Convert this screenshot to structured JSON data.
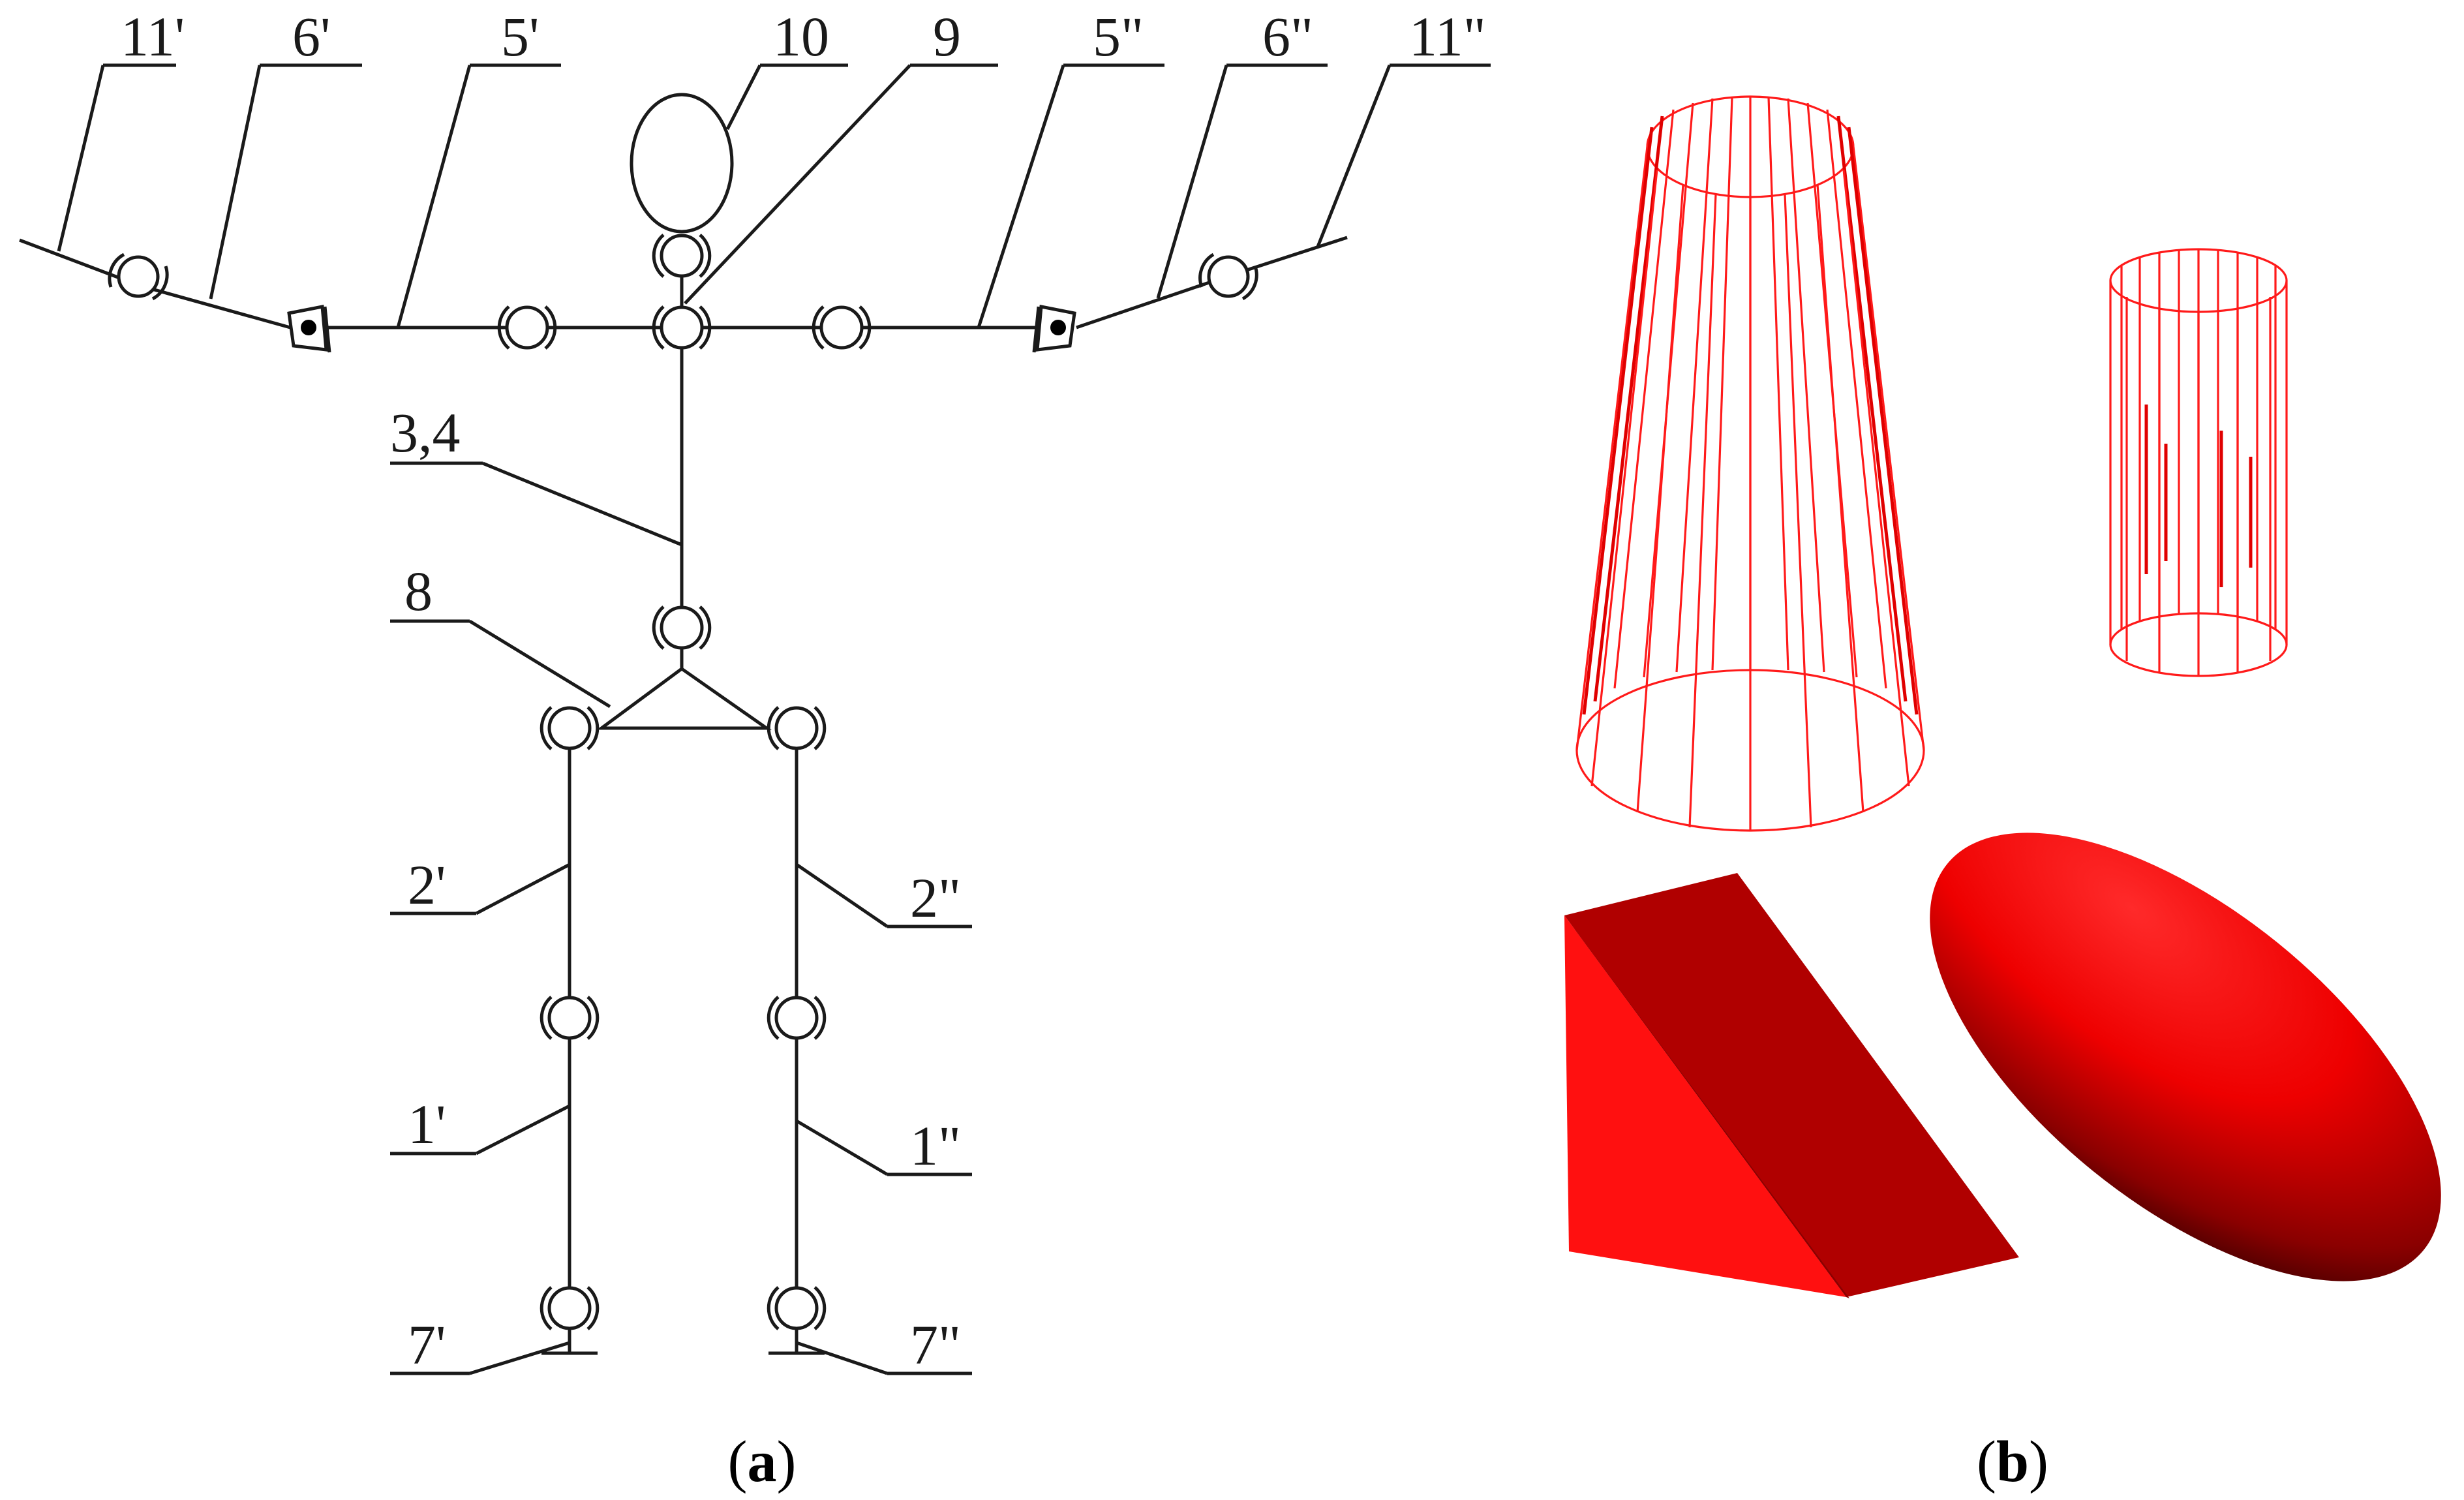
{
  "panel_a": {
    "labels": {
      "l11p": "11'",
      "l6p": "6'",
      "l5p": "5'",
      "l10": "10",
      "l9": "9",
      "l5pp": "5\"",
      "l6pp": "6\"",
      "l11pp": "11\"",
      "l34": "3,4",
      "l8": "8",
      "l2p": "2'",
      "l2pp": "2\"",
      "l1p": "1'",
      "l1pp": "1\"",
      "l7p": "7'",
      "l7pp": "7\""
    },
    "caption": {
      "open": "(",
      "letter": "a",
      "close": ")"
    }
  },
  "panel_b": {
    "caption": {
      "open": "(",
      "letter": "b",
      "close": ")"
    },
    "colors": {
      "wire": "#ff1a1a",
      "solid": "#e01010",
      "solid_dark": "#b00000"
    }
  }
}
